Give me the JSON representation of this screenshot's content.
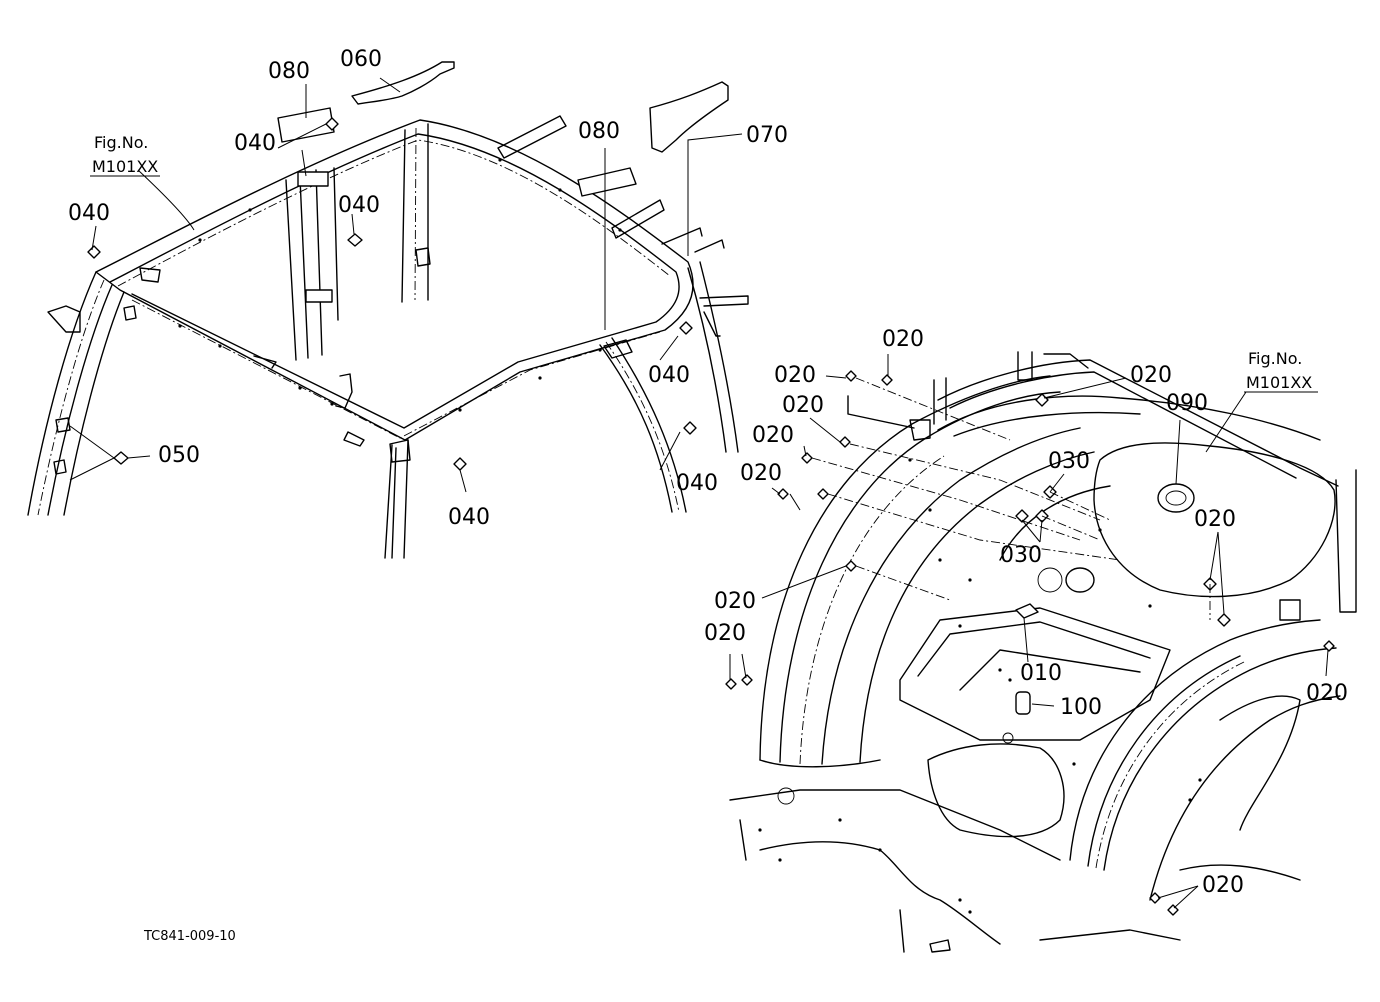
{
  "diagram": {
    "drawing_code": "TC841-009-10",
    "fig_refs": [
      {
        "line1": "Fig.No.",
        "line2": "M101XX"
      },
      {
        "line1": "Fig.No.",
        "line2": "M101XX"
      }
    ],
    "callouts": [
      {
        "id": "c1",
        "text": "080"
      },
      {
        "id": "c2",
        "text": "060"
      },
      {
        "id": "c3",
        "text": "040"
      },
      {
        "id": "c4",
        "text": "080"
      },
      {
        "id": "c5",
        "text": "070"
      },
      {
        "id": "c6",
        "text": "040"
      },
      {
        "id": "c7",
        "text": "040"
      },
      {
        "id": "c8",
        "text": "040"
      },
      {
        "id": "c9",
        "text": "050"
      },
      {
        "id": "c10",
        "text": "040"
      },
      {
        "id": "c11",
        "text": "040"
      },
      {
        "id": "c12",
        "text": "020"
      },
      {
        "id": "c13",
        "text": "020"
      },
      {
        "id": "c14",
        "text": "020"
      },
      {
        "id": "c15",
        "text": "020"
      },
      {
        "id": "c16",
        "text": "020"
      },
      {
        "id": "c17",
        "text": "020"
      },
      {
        "id": "c18",
        "text": "090"
      },
      {
        "id": "c19",
        "text": "030"
      },
      {
        "id": "c20",
        "text": "030"
      },
      {
        "id": "c21",
        "text": "020"
      },
      {
        "id": "c22",
        "text": "020"
      },
      {
        "id": "c23",
        "text": "020"
      },
      {
        "id": "c24",
        "text": "010"
      },
      {
        "id": "c25",
        "text": "100"
      },
      {
        "id": "c26",
        "text": "020"
      },
      {
        "id": "c27",
        "text": "020"
      }
    ]
  }
}
